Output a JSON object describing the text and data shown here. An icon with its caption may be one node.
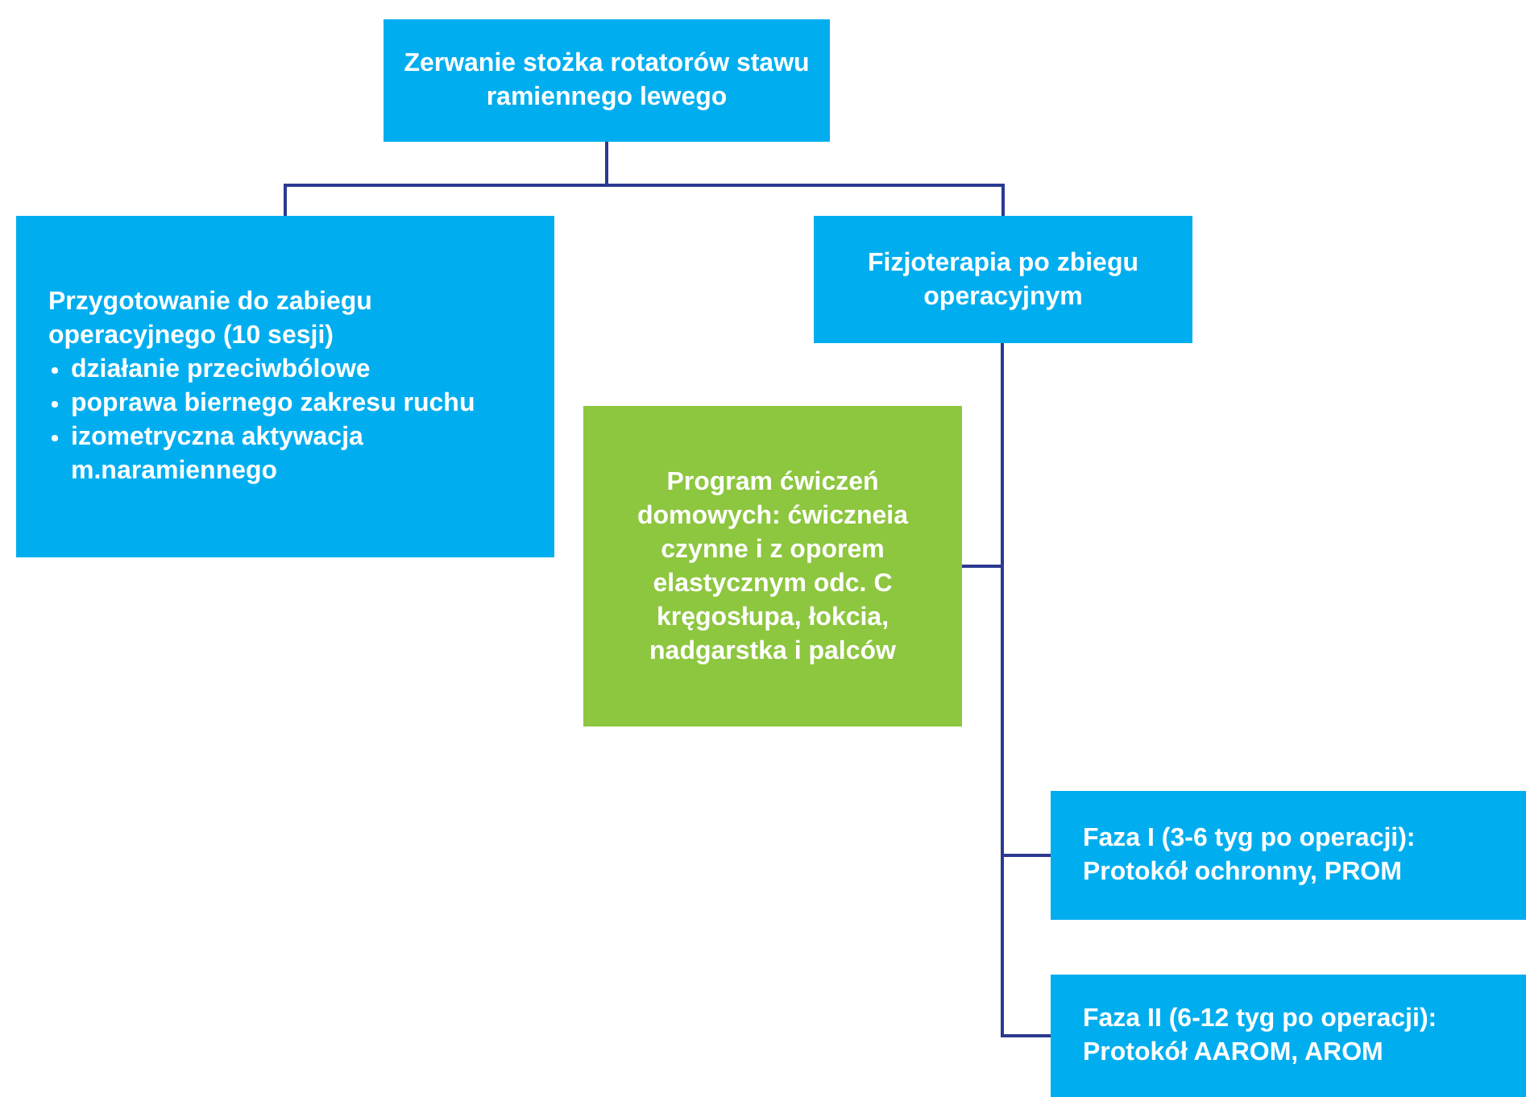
{
  "diagram": {
    "nodes": [
      {
        "text": [
          "Zerwanie stożka rotatorów stawu ramiennego lewego"
        ]
      },
      {
        "text": [
          "Przygotowanie do zabiegu operacyjnego (10 sesji)",
          "działanie przeciwbólowe",
          "poprawa biernego zakresu ruchu",
          "izometryczna aktywacja m.naramiennego"
        ]
      },
      {
        "text": [
          "Fizjoterapia po zbiegu operacyjnym"
        ]
      },
      {
        "text": [
          "Program ćwiczeń domowych: ćwiczneia czynne i z oporem elastycznym odc. C kręgosłupa, łokcia, nadgarstka i palców"
        ]
      },
      {
        "text": [
          "Faza I (3-6 tyg po operacji): Protokół ochronny, PROM"
        ]
      },
      {
        "text": [
          "Faza II (6-12 tyg po operacji): Protokół AAROM, AROM"
        ]
      }
    ],
    "edges": [
      {
        "from": 0,
        "to": 1,
        "arrow": "none"
      },
      {
        "from": 0,
        "to": 2,
        "arrow": "none"
      },
      {
        "from": 2,
        "to": 3,
        "arrow": "none"
      },
      {
        "from": 2,
        "to": 4,
        "arrow": "none"
      },
      {
        "from": 2,
        "to": 5,
        "arrow": "none"
      }
    ]
  }
}
